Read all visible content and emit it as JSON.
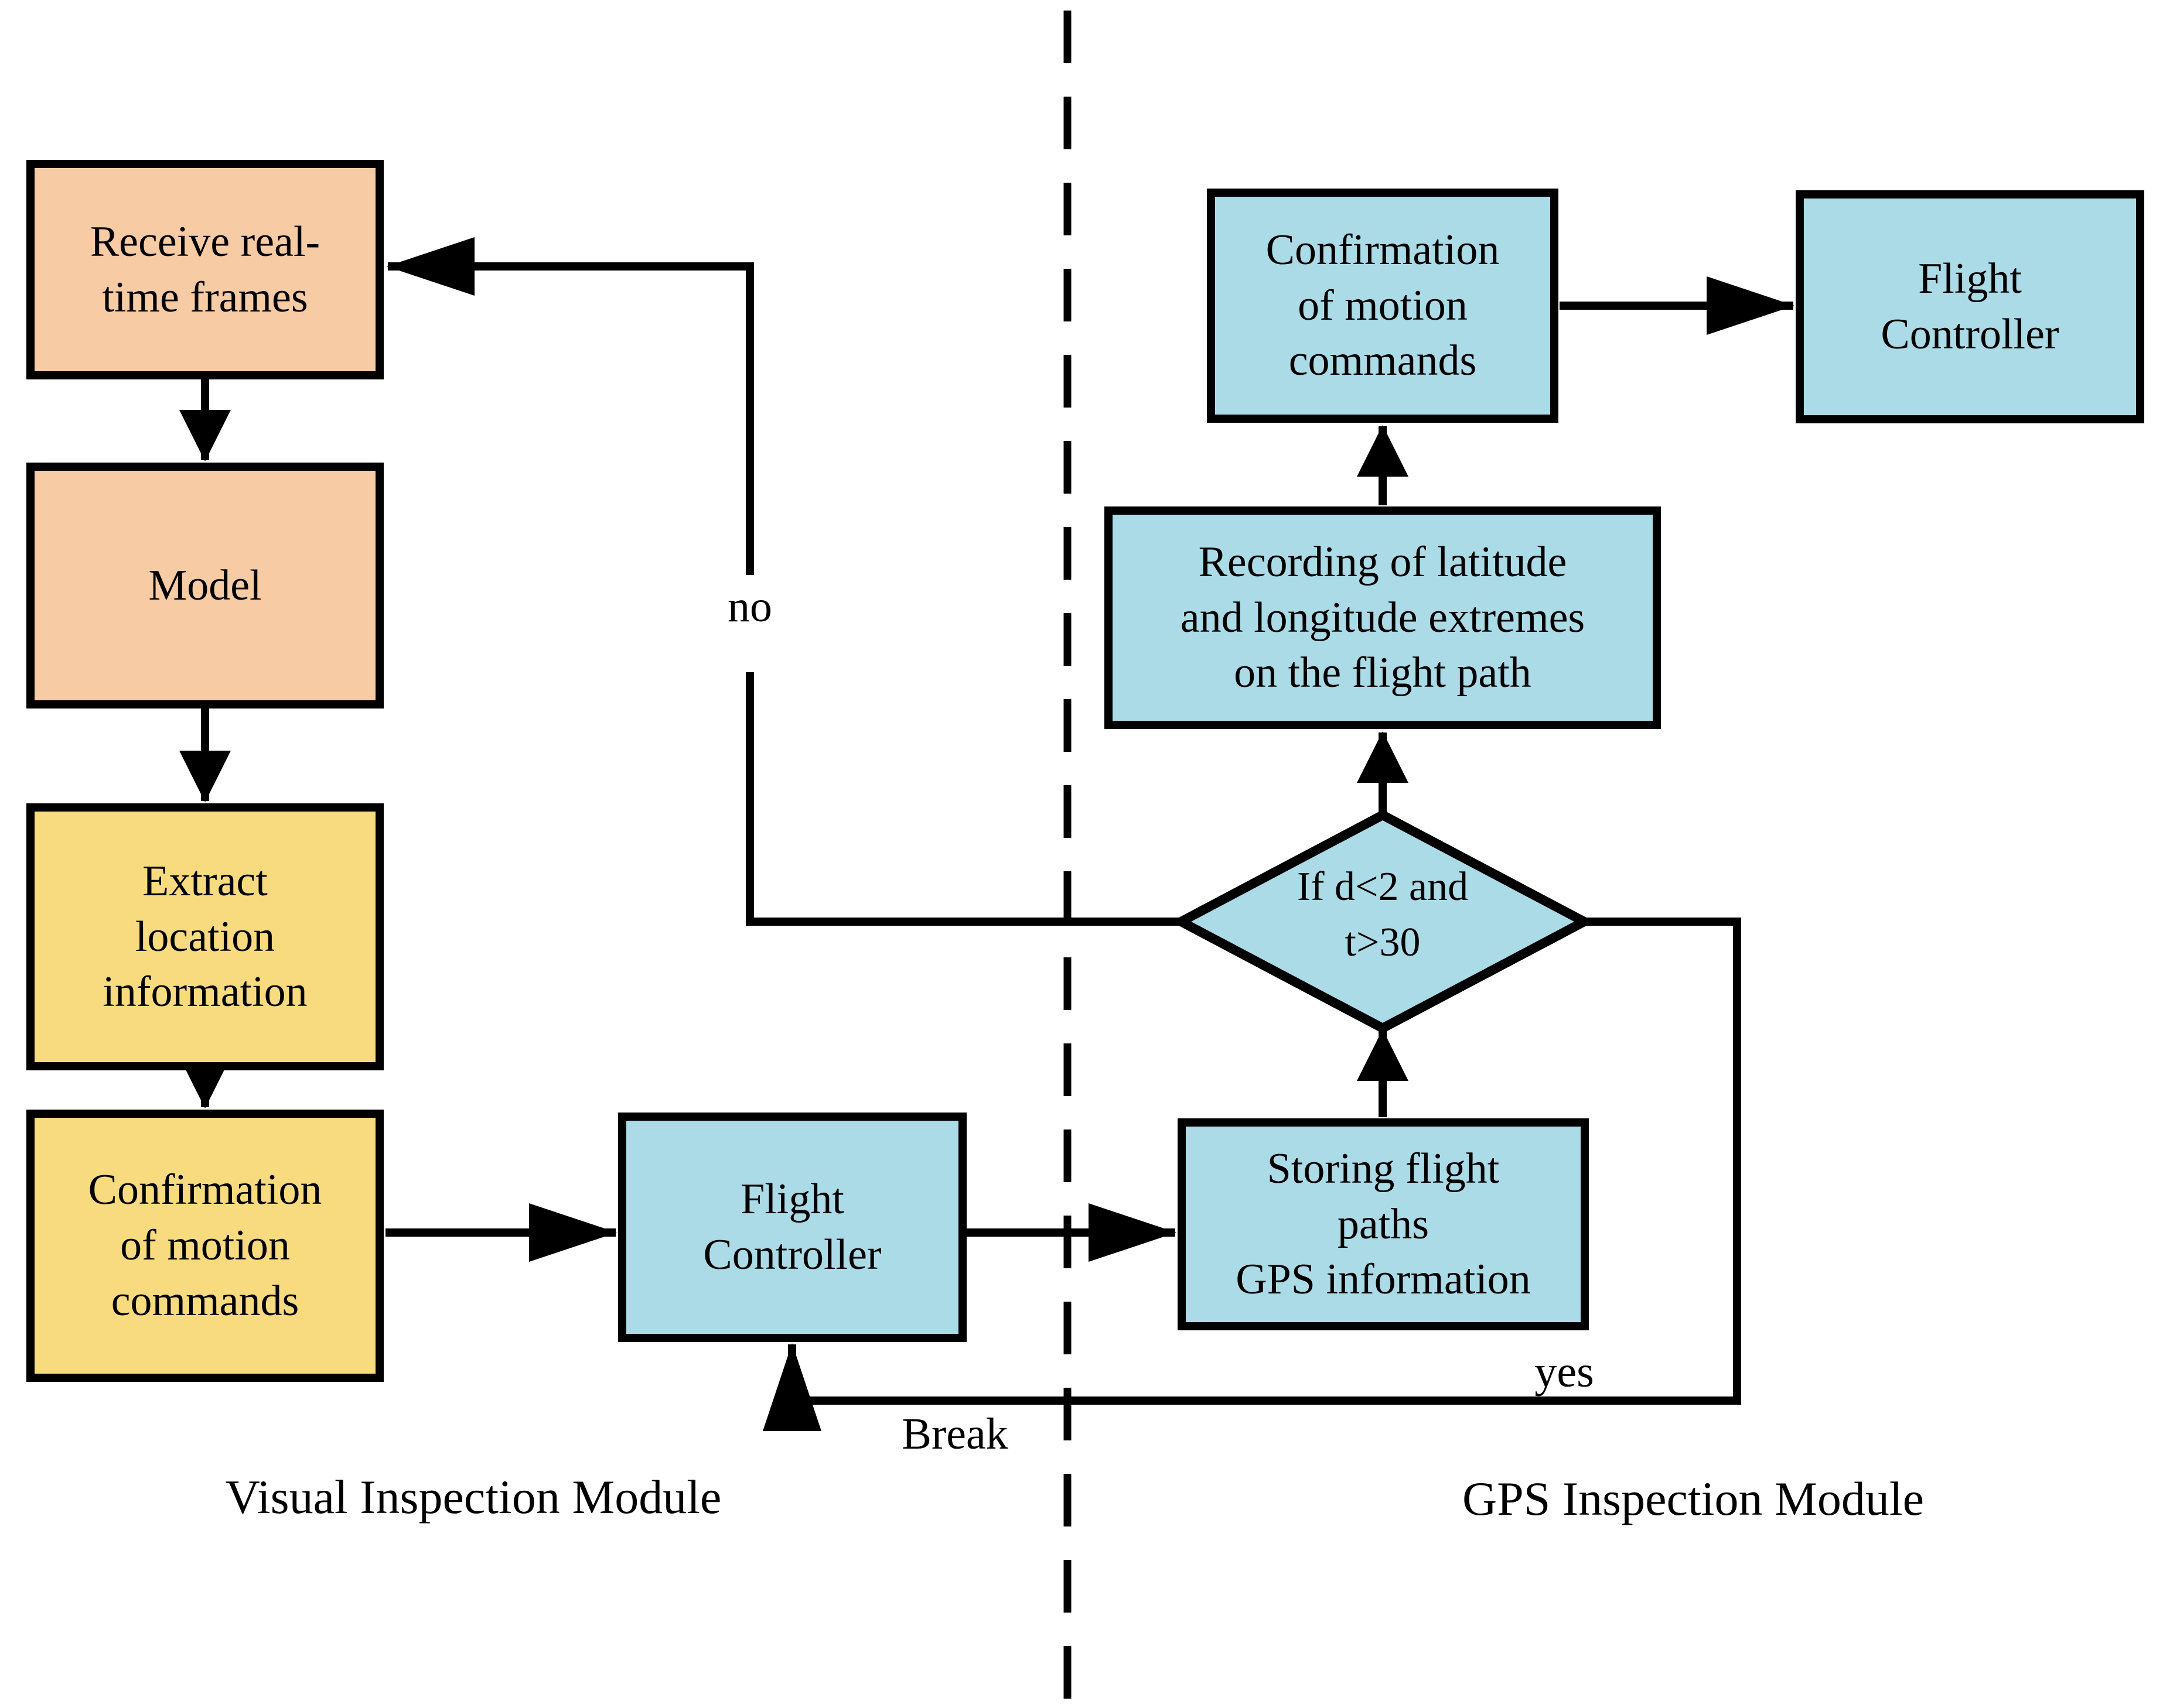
{
  "colors": {
    "peach": "#F7CBA3",
    "yellow": "#F8DB7E",
    "blue": "#ABDBE7",
    "line": "#000000",
    "background": "#FFFFFF"
  },
  "modules": {
    "visual": {
      "title": "Visual Inspection Module"
    },
    "gps": {
      "title": "GPS Inspection Module"
    }
  },
  "nodes": {
    "receive_frames": {
      "label": "Receive real-\ntime frames"
    },
    "model": {
      "label": "Model"
    },
    "extract_location": {
      "label": "Extract\nlocation\ninformation"
    },
    "confirm_motion_visual": {
      "label": "Confirmation\nof motion\ncommands"
    },
    "flight_controller_center": {
      "label": "Flight\nController"
    },
    "storing_gps": {
      "label": "Storing flight\npaths\nGPS information"
    },
    "decision": {
      "label": "If d<2 and\nt>30"
    },
    "recording_extremes": {
      "label": "Recording of latitude\nand longitude extremes\non the flight path"
    },
    "confirm_motion_gps": {
      "label": "Confirmation\nof motion\ncommands"
    },
    "flight_controller_right": {
      "label": "Flight\nController"
    }
  },
  "edge_labels": {
    "no": "no",
    "yes": "yes",
    "break_label": "Break"
  }
}
